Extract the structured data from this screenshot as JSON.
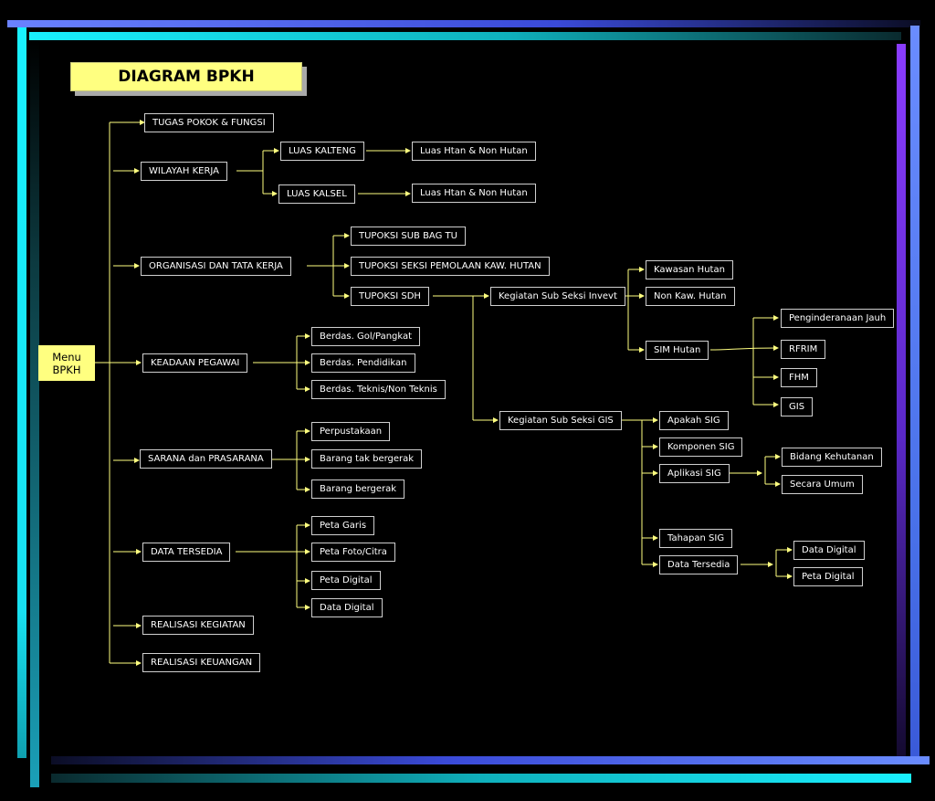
{
  "title": "DIAGRAM BPKH",
  "menu": {
    "line1": "Menu",
    "line2": "BPKH"
  },
  "nodes": {
    "tugas": "TUGAS POKOK & FUNGSI",
    "wilayah": "WILAYAH KERJA",
    "luas_kalteng": "LUAS KALTENG",
    "luas_kalsel": "LUAS KALSEL",
    "htan1": "Luas Htan & Non Hutan",
    "htan2": "Luas Htan & Non Hutan",
    "organisasi": "ORGANISASI DAN TATA KERJA",
    "tupoksi_tu": "TUPOKSI SUB BAG TU",
    "tupoksi_seksi": "TUPOKSI SEKSI PEMOLAAN KAW. HUTAN",
    "tupoksi_sdh": "TUPOKSI SDH",
    "invevt": "Kegiatan Sub Seksi Invevt",
    "kawasan": "Kawasan Hutan",
    "nonkaw": "Non Kaw. Hutan",
    "simhutan": "SIM Hutan",
    "pengin": "Penginderanaan Jauh",
    "rfrim": "RFRIM",
    "fhm": "FHM",
    "gis_leaf": "GIS",
    "keadaan": "KEADAAN PEGAWAI",
    "gol": "Berdas. Gol/Pangkat",
    "pendidikan": "Berdas. Pendidikan",
    "teknis": "Berdas. Teknis/Non Teknis",
    "gis_seksi": "Kegiatan Sub Seksi GIS",
    "apakah": "Apakah SIG",
    "komponen": "Komponen SIG",
    "aplikasi": "Aplikasi SIG",
    "bidang": "Bidang Kehutanan",
    "secara": "Secara Umum",
    "tahapan": "Tahapan SIG",
    "datatersedia_sig": "Data Tersedia",
    "datadigital_r": "Data Digital",
    "petadigital_r": "Peta Digital",
    "sarana": "SARANA dan PRASARANA",
    "perpus": "Perpustakaan",
    "taktbergerak": "Barang tak bergerak",
    "bergerak": "Barang bergerak",
    "datatersedia": "DATA TERSEDIA",
    "petagaris": "Peta Garis",
    "petafoto": "Peta Foto/Citra",
    "petadigital": "Peta Digital",
    "datadigital": "Data Digital",
    "realisasi_keg": "REALISASI  KEGIATAN",
    "realisasi_keu": "REALISASI KEUANGAN"
  },
  "colors": {
    "node_border": "#cfcfcf",
    "connector": "#ffff80",
    "title_bg": "#ffff80"
  }
}
